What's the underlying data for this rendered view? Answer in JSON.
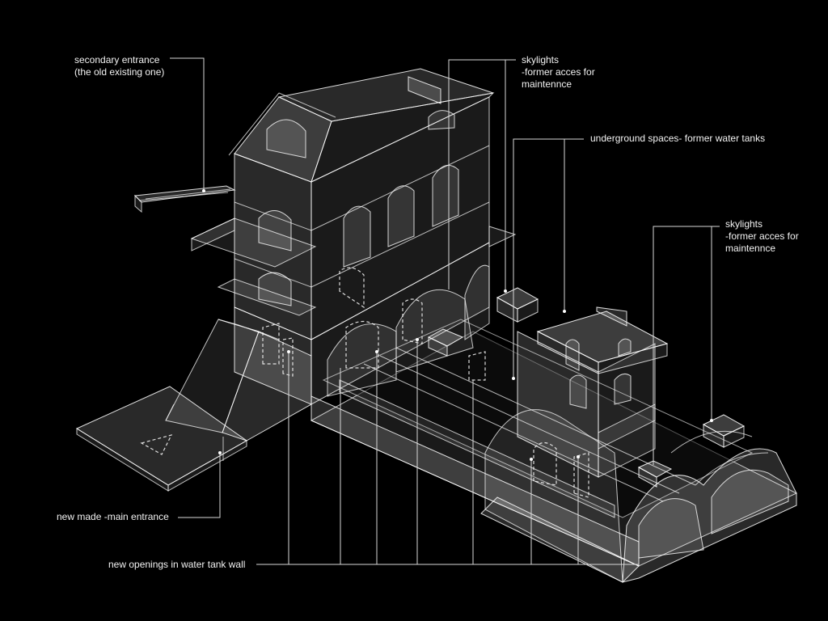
{
  "labels": {
    "secondary_entrance": [
      "secondary entrance",
      "(the old existing one)"
    ],
    "skylights_top": [
      "skylights",
      "-former  acces for",
      "maintennce"
    ],
    "underground_spaces": [
      "underground spaces- former water tanks"
    ],
    "skylights_right": [
      "skylights",
      "-former  acces for",
      "maintennce"
    ],
    "main_entrance": [
      "new made -main entrance"
    ],
    "new_openings": [
      "new openings in water tank wall"
    ]
  },
  "colors": {
    "background": "#000000",
    "line": "#ffffff",
    "text": "#f2f2f2"
  }
}
